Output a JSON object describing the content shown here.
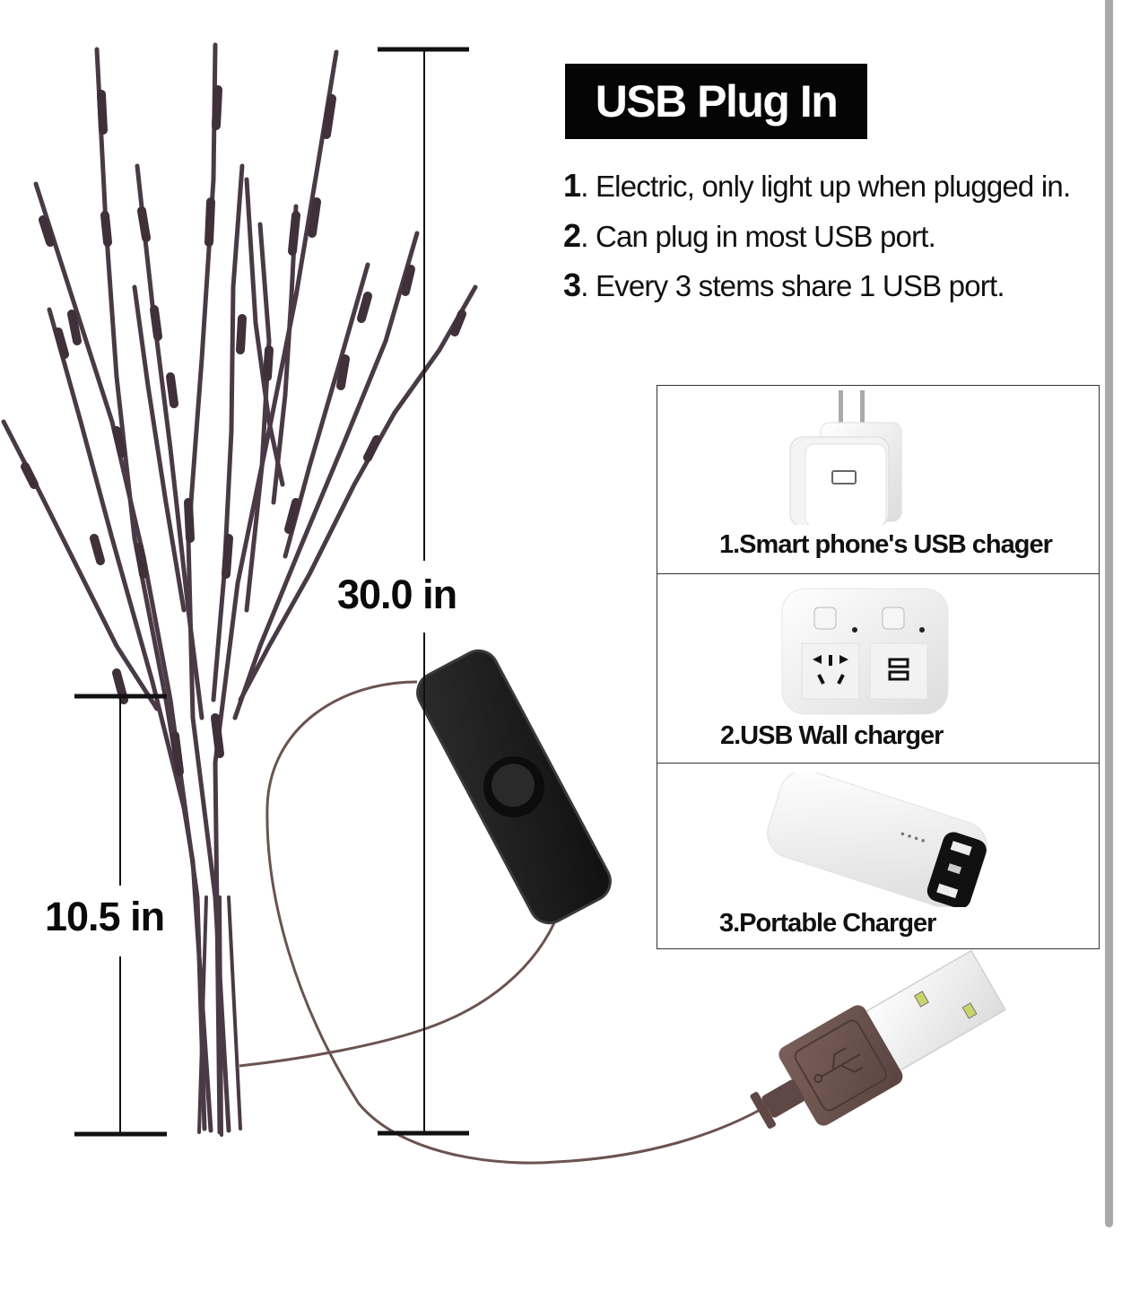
{
  "header": {
    "title": "USB Plug In"
  },
  "features": [
    {
      "num": "1",
      "text": ". Electric, only light up when plugged in."
    },
    {
      "num": "2",
      "text": ". Can plug in most USB port."
    },
    {
      "num": "3",
      "text": ". Every 3 stems share 1 USB port."
    }
  ],
  "dimensions": {
    "total_height": "30.0 in",
    "base_height": "10.5 in"
  },
  "power_options": [
    {
      "label": "1.Smart phone's USB chager",
      "icon": "usb-wall-adapter-icon"
    },
    {
      "label": "2.USB Wall charger",
      "icon": "wall-socket-icon"
    },
    {
      "label": "3.Portable Charger",
      "icon": "power-bank-icon"
    }
  ],
  "colors": {
    "title_bg": "#050505",
    "title_fg": "#ffffff",
    "branch": "#4a3a45",
    "cable": "#6b5350",
    "usb_plug": "#6d5450",
    "switch": "#1b1b1b",
    "scroll_bar": "#a9a9a9"
  }
}
